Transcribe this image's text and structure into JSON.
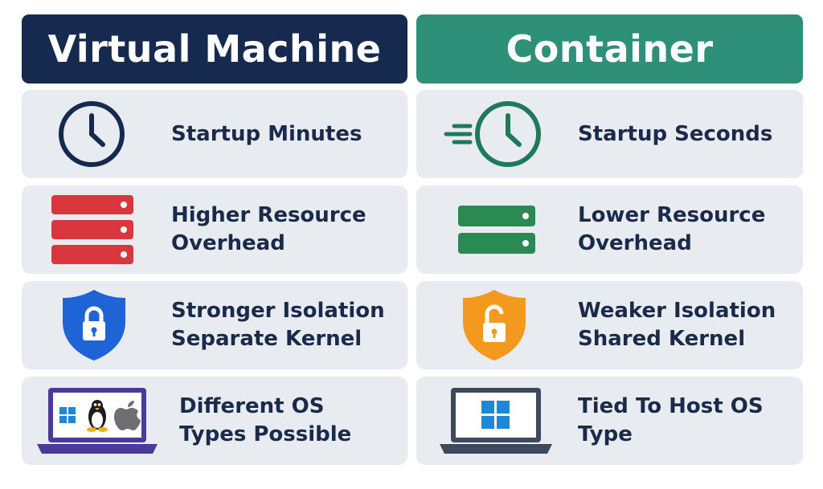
{
  "columns": {
    "vm": {
      "title": "Virtual Machine",
      "color": "#162a4f",
      "rows": [
        {
          "icon": "clock-icon",
          "lines": [
            "Startup Minutes"
          ]
        },
        {
          "icon": "server-stack-icon",
          "color": "#d9363e",
          "lines": [
            "Higher Resource",
            "Overhead"
          ]
        },
        {
          "icon": "shield-lock-closed-icon",
          "color": "#1e64d6",
          "lines": [
            "Stronger Isolation",
            "Separate Kernel"
          ]
        },
        {
          "icon": "laptop-multi-os-icon",
          "color": "#4a3a9a",
          "lines": [
            "Different OS",
            "Types Possible"
          ]
        }
      ]
    },
    "container": {
      "title": "Container",
      "color": "#2e9079",
      "rows": [
        {
          "icon": "fast-clock-icon",
          "color": "#1f7a5c",
          "lines": [
            "Startup Seconds"
          ]
        },
        {
          "icon": "server-stack-icon",
          "color": "#2a8a52",
          "lines": [
            "Lower Resource",
            "Overhead"
          ]
        },
        {
          "icon": "shield-lock-open-icon",
          "color": "#f39a1e",
          "lines": [
            "Weaker Isolation",
            "Shared Kernel"
          ]
        },
        {
          "icon": "laptop-windows-icon",
          "color": "#3d4a5e",
          "lines": [
            "Tied To Host OS Type"
          ]
        }
      ]
    }
  }
}
